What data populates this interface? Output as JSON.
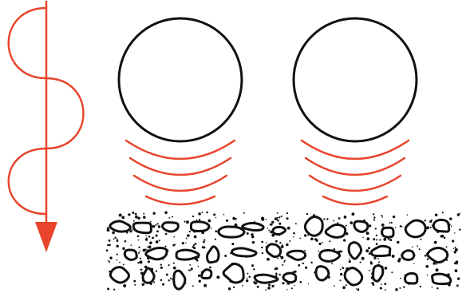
{
  "colors": {
    "background": "#ffffff",
    "outline": "#111111",
    "accent": "#e8452c"
  },
  "diagram": {
    "elements": [
      {
        "name": "wave-arrow",
        "icon": "downward-arrow-with-sine-wave"
      },
      {
        "name": "sphere-left",
        "icon": "circle-outline"
      },
      {
        "name": "sphere-right",
        "icon": "circle-outline"
      },
      {
        "name": "emission-arcs-left",
        "icon": "curved-red-arcs",
        "count": 4
      },
      {
        "name": "emission-arcs-right",
        "icon": "curved-red-arcs",
        "count": 4
      },
      {
        "name": "aggregate-layer",
        "icon": "speckled-ground-with-pebbles"
      }
    ]
  }
}
